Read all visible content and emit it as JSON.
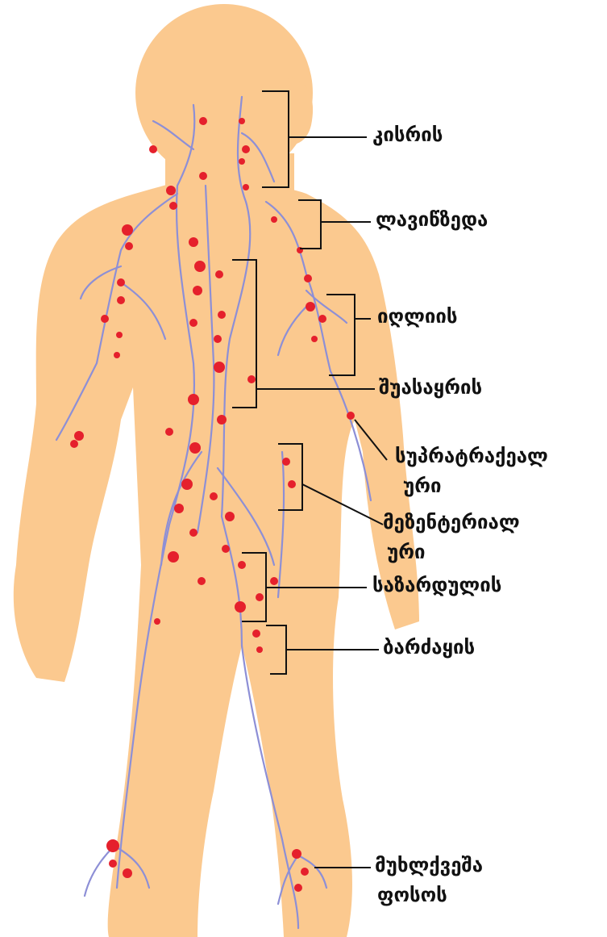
{
  "labels": {
    "cervical": "კისრის",
    "supraclavicular": "ლავიწზედა",
    "axillary": "იღლიის",
    "mediastinal": "შუასაყრის",
    "supratrochlear_1": "სუპრატრაქეალ",
    "supratrochlear_2": "ური",
    "mesenteric_1": "მეზენტერიალ",
    "mesenteric_2": "ური",
    "ureter": "საზარდულის",
    "inguinal": "ბარძაყის",
    "popliteal_1": "მუხლქვეშა",
    "popliteal_2": "ფოსოს"
  },
  "colors": {
    "skin": "#fbc98f",
    "vessel": "#8d8fd6",
    "node": "#e5202c",
    "line": "#111111"
  }
}
